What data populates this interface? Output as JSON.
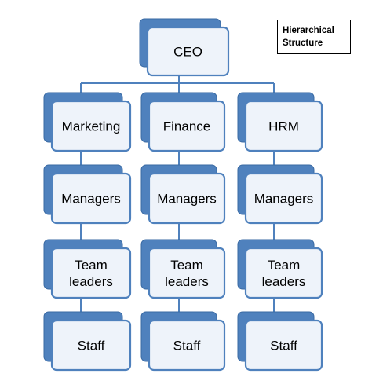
{
  "title": {
    "line1": "Hierarchical",
    "line2": "Structure"
  },
  "colors": {
    "node_fill": "#4f81bd",
    "node_face": "#eef3fa",
    "connector": "#4f81bd"
  },
  "root": {
    "label": "CEO"
  },
  "departments": [
    {
      "name": "Marketing",
      "levels": [
        [
          "Managers"
        ],
        [
          "Team",
          "leaders"
        ],
        [
          "Staff"
        ]
      ]
    },
    {
      "name": "Finance",
      "levels": [
        [
          "Managers"
        ],
        [
          "Team",
          "leaders"
        ],
        [
          "Staff"
        ]
      ]
    },
    {
      "name": "HRM",
      "levels": [
        [
          "Managers"
        ],
        [
          "Team",
          "leaders"
        ],
        [
          "Staff"
        ]
      ]
    }
  ]
}
